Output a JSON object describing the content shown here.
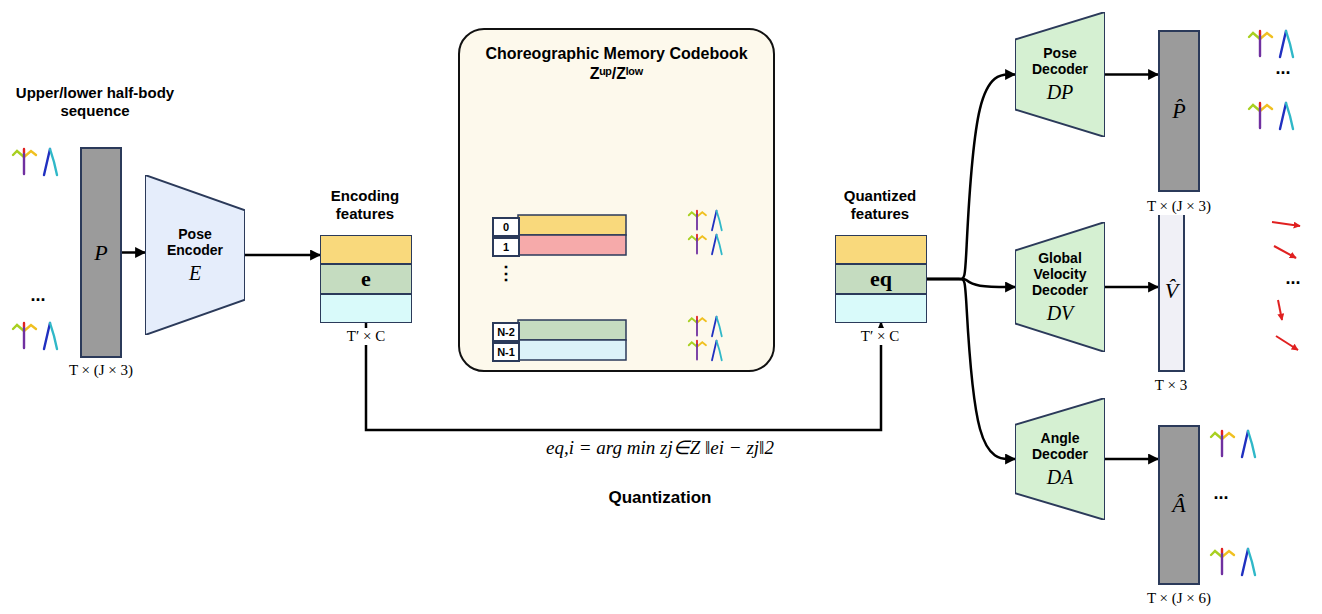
{
  "diagram": {
    "nodes": [
      {
        "text": [
          "P"
        ]
      },
      {
        "text": [
          "Pose Encoder",
          "E"
        ]
      },
      {
        "text": [
          "Encoding features",
          "e"
        ]
      },
      {
        "text": [
          "Choreographic Memory Codebook Zᵘᵖ/Zˡᵒʷ"
        ]
      },
      {
        "text": [
          "0"
        ],
        "in": 3
      },
      {
        "text": [
          "1"
        ],
        "in": 3
      },
      {
        "text": [
          "N-2"
        ],
        "in": 3
      },
      {
        "text": [
          "N-1"
        ],
        "in": 3
      },
      {
        "text": [
          "Quantized features",
          "eq"
        ]
      },
      {
        "text": [
          "Pose Decoder",
          "DP"
        ]
      },
      {
        "text": [
          "Global Velocity Decoder",
          "DV"
        ]
      },
      {
        "text": [
          "Angle Decoder",
          "DA"
        ]
      },
      {
        "text": [
          "P̂"
        ]
      },
      {
        "text": [
          "V̂"
        ]
      },
      {
        "text": [
          "Â"
        ]
      }
    ],
    "edges": [
      {
        "from": 0,
        "to": 1,
        "arrow": "to"
      },
      {
        "from": 1,
        "to": 2,
        "arrow": "to"
      },
      {
        "from": 2,
        "to": 8,
        "arrow": "to"
      },
      {
        "from": 8,
        "to": 9,
        "arrow": "to"
      },
      {
        "from": 8,
        "to": 10,
        "arrow": "to"
      },
      {
        "from": 8,
        "to": 11,
        "arrow": "to"
      },
      {
        "from": 9,
        "to": 12,
        "arrow": "to"
      },
      {
        "from": 10,
        "to": 13,
        "arrow": "to"
      },
      {
        "from": 11,
        "to": 14,
        "arrow": "to"
      }
    ],
    "labels": [
      "Upper/lower half-body sequence",
      "...",
      "T × (J × 3)",
      "T′ × C",
      "⋮",
      "T′ × C",
      "eq,i = arg min zj∈Z ‖ei − zj‖2",
      "Quantization",
      "...",
      "T × (J × 3)",
      "...",
      "T × 3",
      "...",
      "T × (J × 6)"
    ]
  }
}
